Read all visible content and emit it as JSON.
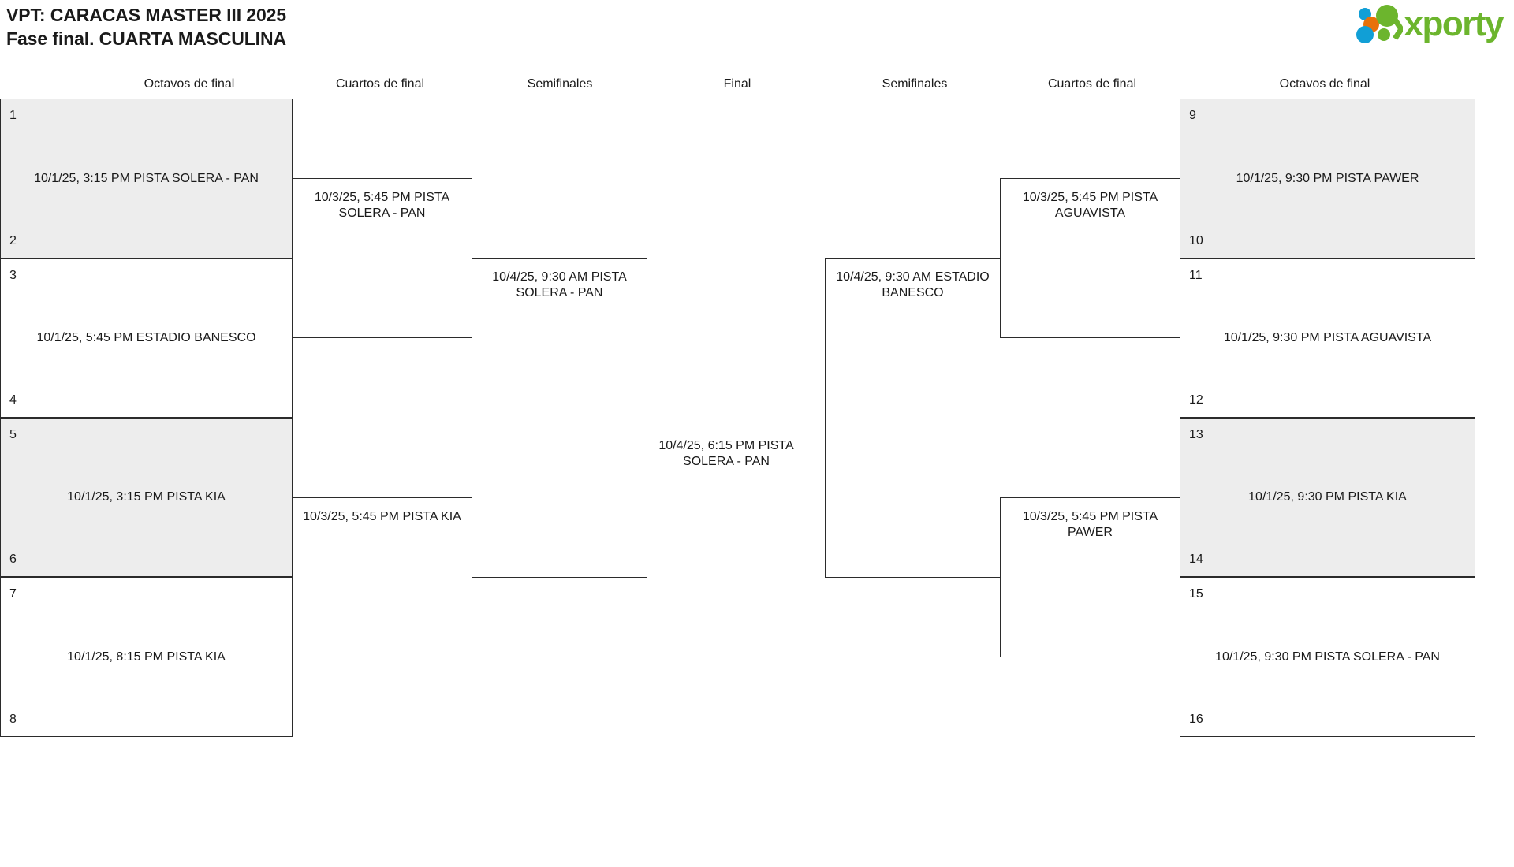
{
  "header": {
    "title_line1": "VPT: CARACAS MASTER III 2025",
    "title_line2": "Fase final. CUARTA MASCULINA"
  },
  "logo": {
    "wordmark": "xporty",
    "green": "#6cb52d",
    "blue": "#119fd6",
    "orange": "#e8710a"
  },
  "rounds": {
    "left": [
      {
        "label": "Octavos de final"
      },
      {
        "label": "Cuartos de final"
      },
      {
        "label": "Semifinales"
      }
    ],
    "center": {
      "label": "Final"
    },
    "right": [
      {
        "label": "Semifinales"
      },
      {
        "label": "Cuartos de final"
      },
      {
        "label": "Octavos de final"
      }
    ]
  },
  "bracket": {
    "left_r16": [
      {
        "seed_top": "1",
        "seed_bottom": "2",
        "info": "10/1/25, 3:15 PM PISTA SOLERA - PAN",
        "shaded": true
      },
      {
        "seed_top": "3",
        "seed_bottom": "4",
        "info": "10/1/25, 5:45 PM ESTADIO BANESCO",
        "shaded": false
      },
      {
        "seed_top": "5",
        "seed_bottom": "6",
        "info": "10/1/25, 3:15 PM PISTA KIA",
        "shaded": true
      },
      {
        "seed_top": "7",
        "seed_bottom": "8",
        "info": "10/1/25, 8:15 PM PISTA KIA",
        "shaded": false
      }
    ],
    "left_qf": [
      {
        "info": "10/3/25, 5:45 PM PISTA SOLERA - PAN"
      },
      {
        "info": "10/3/25, 5:45 PM PISTA KIA"
      }
    ],
    "left_sf": [
      {
        "info": "10/4/25, 9:30 AM PISTA SOLERA - PAN"
      }
    ],
    "final": {
      "info": "10/4/25, 6:15 PM PISTA SOLERA - PAN"
    },
    "right_sf": [
      {
        "info": "10/4/25, 9:30 AM ESTADIO BANESCO"
      }
    ],
    "right_qf": [
      {
        "info": "10/3/25, 5:45 PM PISTA AGUAVISTA"
      },
      {
        "info": "10/3/25, 5:45 PM PISTA PAWER"
      }
    ],
    "right_r16": [
      {
        "seed_top": "9",
        "seed_bottom": "10",
        "info": "10/1/25, 9:30 PM PISTA PAWER",
        "shaded": true
      },
      {
        "seed_top": "11",
        "seed_bottom": "12",
        "info": "10/1/25, 9:30 PM PISTA AGUAVISTA",
        "shaded": false
      },
      {
        "seed_top": "13",
        "seed_bottom": "14",
        "info": "10/1/25, 9:30 PM PISTA KIA",
        "shaded": true
      },
      {
        "seed_top": "15",
        "seed_bottom": "16",
        "info": "10/1/25, 9:30 PM PISTA SOLERA - PAN",
        "shaded": false
      }
    ]
  }
}
